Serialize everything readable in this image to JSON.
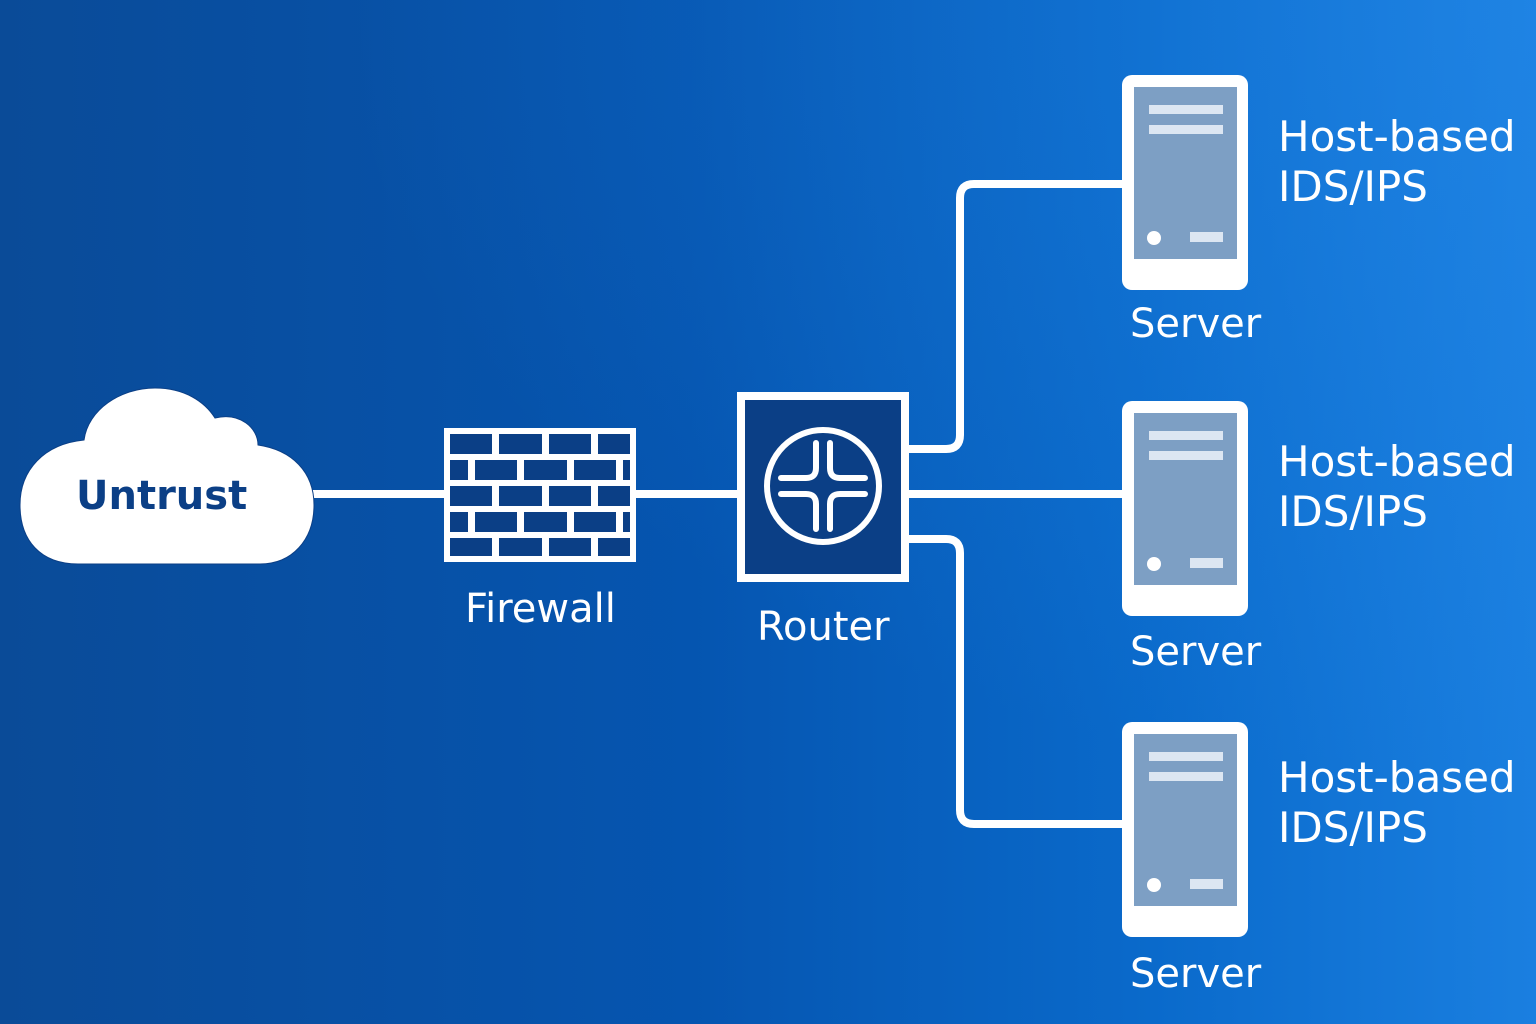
{
  "diagram": {
    "title": "",
    "colors": {
      "background_start": "#0a4b98",
      "background_end": "#1a7fe0",
      "line": "#ffffff",
      "device_fill_dark": "#0b3f86",
      "server_panel": "#7d9fc4",
      "server_detail": "#dce6f2",
      "cloud_text": "#0b3f86"
    },
    "nodes": {
      "cloud": {
        "label": "Untrust",
        "icon": "cloud-icon"
      },
      "firewall": {
        "label": "Firewall",
        "icon": "brick-wall-icon"
      },
      "router": {
        "label": "Router",
        "icon": "router-icon"
      },
      "servers": [
        {
          "label": "Server",
          "annotation_line1": "Host-based",
          "annotation_line2": "IDS/IPS",
          "icon": "server-icon"
        },
        {
          "label": "Server",
          "annotation_line1": "Host-based",
          "annotation_line2": "IDS/IPS",
          "icon": "server-icon"
        },
        {
          "label": "Server",
          "annotation_line1": "Host-based",
          "annotation_line2": "IDS/IPS",
          "icon": "server-icon"
        }
      ]
    },
    "edges": [
      {
        "from": "Untrust",
        "to": "Firewall"
      },
      {
        "from": "Firewall",
        "to": "Router"
      },
      {
        "from": "Router",
        "to": "Server 1"
      },
      {
        "from": "Router",
        "to": "Server 2"
      },
      {
        "from": "Router",
        "to": "Server 3"
      }
    ]
  }
}
